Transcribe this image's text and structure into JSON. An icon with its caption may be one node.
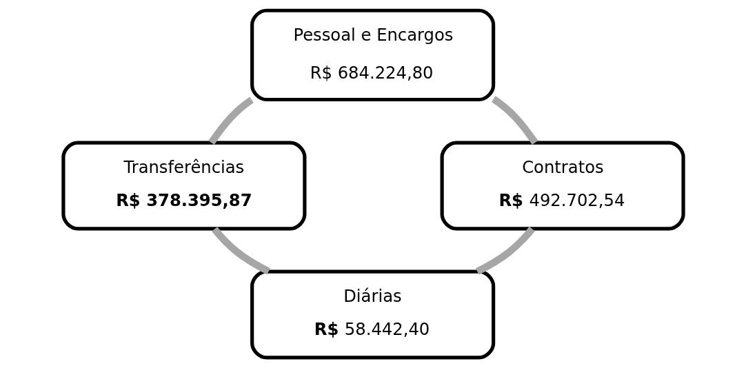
{
  "diagram": {
    "nodes": [
      {
        "text": [
          "Pessoal e Encargos",
          "R$ 684.224,80"
        ]
      },
      {
        "text": [
          "Contratos",
          "**R$** 492.702,54"
        ]
      },
      {
        "text": [
          "Transferências",
          "**R$ 378.395,87**"
        ]
      },
      {
        "text": [
          "Diárias",
          "**R$** 58.442,40"
        ]
      }
    ],
    "edges": [
      {
        "from": 0,
        "to": 2,
        "arrow": "none",
        "color": "#a6a6a6"
      },
      {
        "from": 2,
        "to": 3,
        "arrow": "none",
        "color": "#a6a6a6"
      },
      {
        "from": 3,
        "to": 1,
        "arrow": "none",
        "color": "#a6a6a6"
      },
      {
        "from": 1,
        "to": 0,
        "arrow": "none",
        "color": "#a6a6a6"
      }
    ]
  }
}
